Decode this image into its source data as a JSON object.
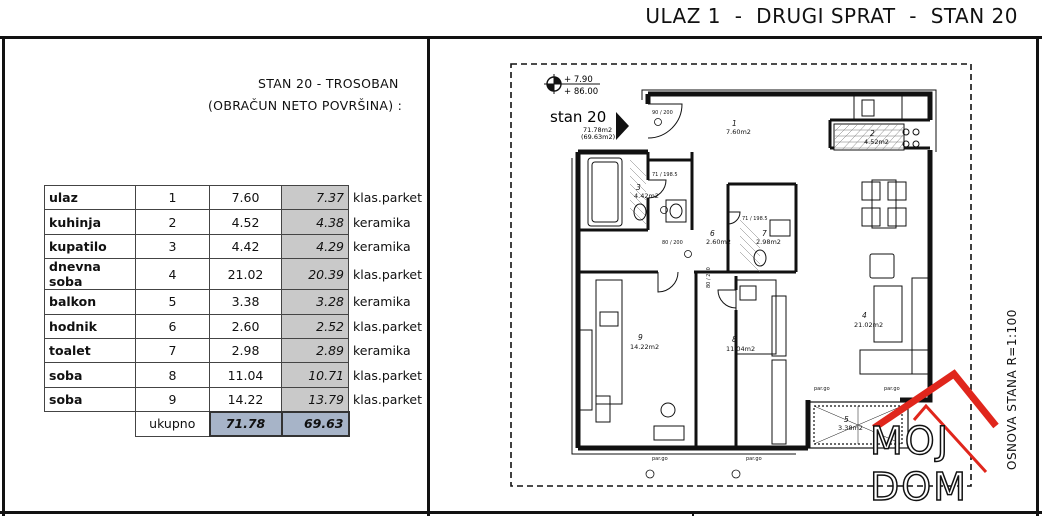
{
  "header": {
    "title": "ULAZ 1  -  DRUGI SPRAT  -  STAN 20"
  },
  "summary": {
    "title": "STAN 20 - TROSOBAN",
    "subtitle": "(OBRAČUN NETO POVRŠINA) :"
  },
  "rooms": [
    {
      "name": "ulaz",
      "num": "1",
      "bruto": "7.60",
      "neto": "7.37",
      "material": "klas.parket"
    },
    {
      "name": "kuhinja",
      "num": "2",
      "bruto": "4.52",
      "neto": "4.38",
      "material": "keramika"
    },
    {
      "name": "kupatilo",
      "num": "3",
      "bruto": "4.42",
      "neto": "4.29",
      "material": "keramika"
    },
    {
      "name": "dnevna soba",
      "num": "4",
      "bruto": "21.02",
      "neto": "20.39",
      "material": "klas.parket"
    },
    {
      "name": "balkon",
      "num": "5",
      "bruto": "3.38",
      "neto": "3.28",
      "material": "keramika"
    },
    {
      "name": "hodnik",
      "num": "6",
      "bruto": "2.60",
      "neto": "2.52",
      "material": "klas.parket"
    },
    {
      "name": "toalet",
      "num": "7",
      "bruto": "2.98",
      "neto": "2.89",
      "material": "keramika"
    },
    {
      "name": "soba",
      "num": "8",
      "bruto": "11.04",
      "neto": "10.71",
      "material": "klas.parket"
    },
    {
      "name": "soba",
      "num": "9",
      "bruto": "14.22",
      "neto": "13.79",
      "material": "klas.parket"
    }
  ],
  "total": {
    "label": "ukupno",
    "bruto": "71.78",
    "neto": "69.63"
  },
  "plan": {
    "level_top": "+ 7.90",
    "level_bottom": "+ 86.00",
    "apt_label": "stan 20",
    "apt_area_1": "71.78m2",
    "apt_area_2": "(69.63m2)",
    "room_labels": [
      {
        "num": "1",
        "area": "7.60m2"
      },
      {
        "num": "2",
        "area": "4.52m2"
      },
      {
        "num": "3",
        "area": "4.42m2"
      },
      {
        "num": "4",
        "area": "21.02m2"
      },
      {
        "num": "5",
        "area": "3.38m2"
      },
      {
        "num": "6",
        "area": "2.60m2"
      },
      {
        "num": "7",
        "area": "2.98m2"
      },
      {
        "num": "8",
        "area": "11.04m2"
      },
      {
        "num": "9",
        "area": "14.22m2"
      }
    ],
    "door_tags": [
      "90 / 200",
      "71 / 198.5",
      "71 / 198.5",
      "80 / 200",
      "80 / 200"
    ],
    "sill_tags": [
      "par.go",
      "par.go",
      "par.go",
      "par.go"
    ],
    "scale_text": "OSNOVA STANA  R=1:100"
  },
  "logo": {
    "line1": "MOJ",
    "line2": "DOM",
    "accent_color": "#e0261c"
  }
}
